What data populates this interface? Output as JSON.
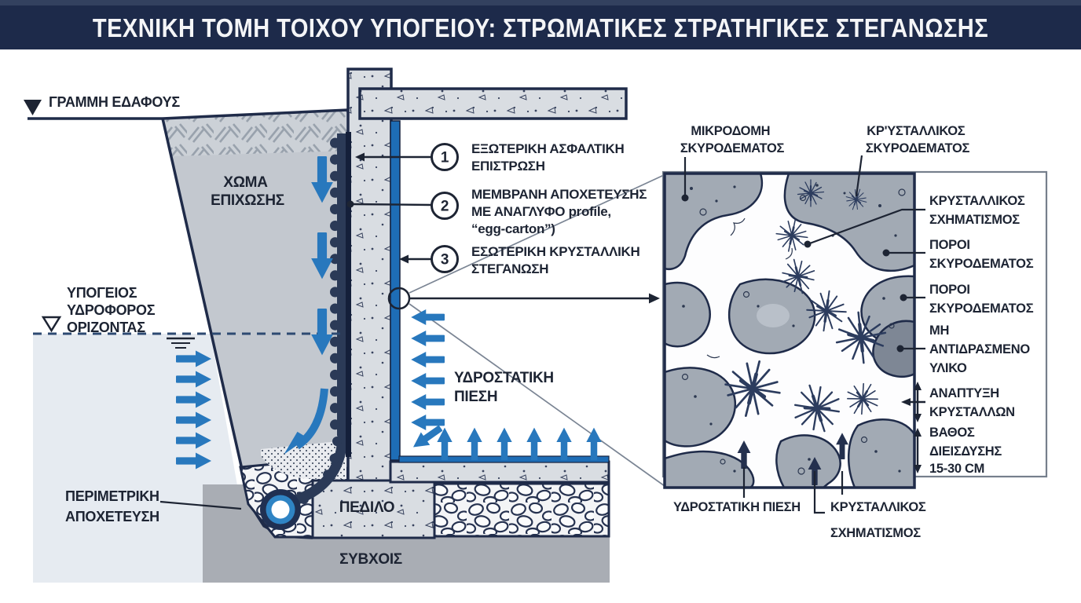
{
  "title": "ΤΕΧΝΙΚΗ ΤΟΜΗ ΤΟΙΧΟΥ ΥΠΟΓΕΙΟΥ: ΣΤΡΩΜΑΤΙΚΕΣ ΣΤΡΑΤΗΓΙΚΕΣ ΣΤΕΓΑΝΩΣΗΣ",
  "colors": {
    "title_bar": "#1d2a4a",
    "ink": "#1d2433",
    "outline_navy": "#1f2b49",
    "arrow_blue": "#2878bd",
    "stripe_blue": "#1e6db6",
    "concrete": "#d9dde2",
    "backfill": "#c3c8cf",
    "water": "#e6ebf1",
    "subsoil": "#a9adb4",
    "membrane": "#2b3a57",
    "panel_border": "#767f8c"
  },
  "section": {
    "ground_line_label": "ΓΡΑΜΜΗ ΕΔΑΦΟΥΣ",
    "backfill_label": [
      "ΧΩΜΑ",
      "ΕΠΙΧΩΣΗΣ"
    ],
    "water_table_label": [
      "ΥΠΟΓΕΙΟΣ",
      "ΥΔΡΟΦΟΡΟΣ",
      "ΟΡΙΖΟΝΤΑΣ"
    ],
    "perimeter_drain_label": [
      "ΠΕΡΙΜΕΤΡΙΚΗ",
      "ΑΠΟΧΕΤΕΥΣΗ"
    ],
    "hydrostatic_label": [
      "ΥΔΡΟΣΤΑΤΙΚΗ",
      "ΠΙΕΣΗ"
    ],
    "footing_label": "ΠΕΔΙΛΟ",
    "subsoil_label": "ΣΥΒΧΟΙΣ"
  },
  "callouts": [
    {
      "num": "1",
      "lines": [
        "ΕΞΩΤΕΡΙΚΗ ΑΣΦΑΛΤΙΚΗ",
        "ΕΠΙΣΤΡΩΣΗ"
      ]
    },
    {
      "num": "2",
      "lines": [
        "ΜΕΜΒΡΑΝΗ ΑΠΟΧΕΤΕΥΣΗΣ",
        "ΜΕ ΑΝΑΓΛΥΦΟ profile,",
        "“egg-carton”)"
      ]
    },
    {
      "num": "3",
      "lines": [
        "ΕΣΩΤΕΡΙΚΗ ΚΡΥΣΤΑΛΛΙΚΗ",
        "ΣΤΕΓΑΝΩΣΗ"
      ]
    }
  ],
  "detail": {
    "microstructure_label": [
      "ΜΙΚΡΟΔΟΜΗ",
      "ΣΚΥΡΟΔΕΜΑΤΟΣ"
    ],
    "crystalline_concrete_label": [
      "ΚΡ'ΥΣΤΑΛΛΙΚΟΣ",
      "ΣΚΥΡΟΔΕΜΑΤΟΣ"
    ],
    "right_labels": [
      {
        "lines": [
          "ΚΡΥΣΤΑΛΛΙΚΟΣ",
          "ΣΧΗΜΑΤΙΣΜΟΣ"
        ]
      },
      {
        "lines": [
          "ΠΟΡΟΙ",
          "ΣΚΥΡΟΔΕΜΑΤΟΣ"
        ]
      },
      {
        "lines": [
          "ΠΟΡΟΙ",
          "ΣΚΥΡΟΔΕΜΑΤΟΣ"
        ]
      },
      {
        "lines": [
          "ΜΗ",
          "ΑΝΤΙΔΡΑΣΜΕΝΟ",
          "ΥΛΙΚΟ"
        ]
      },
      {
        "lines": [
          "ΑΝΑΠΤΥΞΗ",
          "ΚΡΥΣΤΑΛΛΩΝ"
        ]
      },
      {
        "lines": [
          "ΒΑΘΟΣ",
          "ΔΙΕΙΣΔΥΣΗΣ",
          "15-30 CM"
        ]
      }
    ],
    "hydrostatic_label": "ΥΔΡΟΣΤΑΤΙΚΗ ΠΙΕΣΗ",
    "crystal_formation_label": [
      "ΚΡΥΣΤΑΛΛΙΚΟΣ",
      "ΣΧΗΜΑΤΙΣΜΟΣ"
    ]
  }
}
